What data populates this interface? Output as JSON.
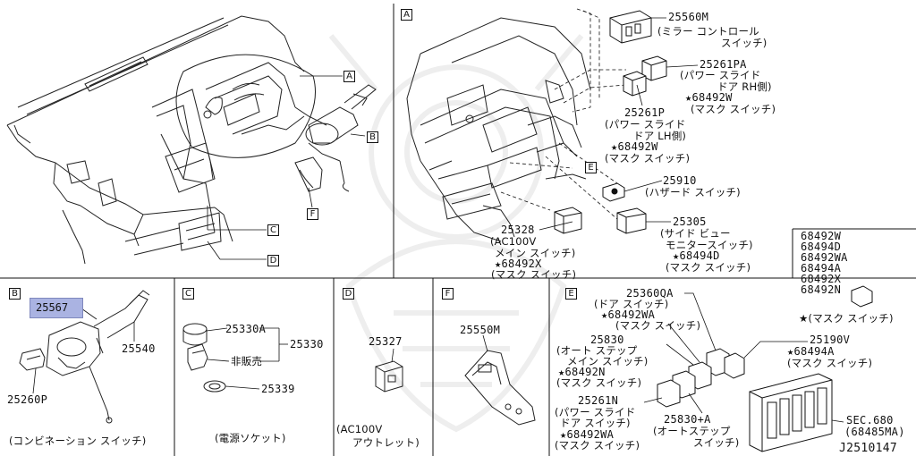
{
  "section_tags": {
    "A": "A",
    "B": "B",
    "C": "C",
    "D": "D",
    "E": "E",
    "F": "F"
  },
  "panel_A": {
    "p1_num": "25560M",
    "p1_name1": "(ミラー コントロール",
    "p1_name2": "スイッチ)",
    "p2_num": "25261PA",
    "p2_name1": "(パワー スライド",
    "p2_name2": "ドア RH側)",
    "p2_mask_num": "★68492W",
    "p2_mask": "(マスク スイッチ)",
    "p3_num": "25261P",
    "p3_name1": "(パワー スライド",
    "p3_name2": "ドア LH側)",
    "p3_mask_num": "★68492W",
    "p3_mask": "(マスク スイッチ)",
    "p4_num": "25910",
    "p4_name": "(ハザード スイッチ)",
    "p5_num": "25328",
    "p5_name1": "(AC100V",
    "p5_name2": "メイン スイッチ)",
    "p5_mask_num": "★68492X",
    "p5_mask": "(マスク スイッチ)",
    "p6_num": "25305",
    "p6_name1": "(サイド ビュー",
    "p6_name2": "モニタースイッチ)",
    "p6_mask_num": "★68494D",
    "p6_mask": "(マスク スイッチ)"
  },
  "mask_legend": {
    "codes": [
      "68492W",
      "68494D",
      "68492WA",
      "68494A",
      "68492X",
      "68492N"
    ],
    "label": "★(マスク スイッチ)"
  },
  "panel_B": {
    "highlight_num": "25567",
    "num_25540": "25540",
    "num_25260p": "25260P",
    "caption": "(コンビネーション スイッチ)"
  },
  "panel_C": {
    "num_25330a": "25330A",
    "num_25330": "25330",
    "not_sold": "非販売",
    "num_25339": "25339",
    "caption": "(電源ソケット)"
  },
  "panel_D": {
    "num": "25327",
    "caption1": "(AC100V",
    "caption2": "アウトレット)"
  },
  "panel_F": {
    "num": "25550M"
  },
  "panel_E": {
    "e1_num": "25360QA",
    "e1_name": "(ドア スイッチ)",
    "e1_mask_num": "★68492WA",
    "e1_mask": "(マスク スイッチ)",
    "e2_num": "25830",
    "e2_name1": "(オート ステップ",
    "e2_name2": "メイン スイッチ)",
    "e2_mask_num": "★68492N",
    "e2_mask": "(マスク スイッチ)",
    "e3_num": "25261N",
    "e3_name1": "(パワー スライド",
    "e3_name2": "ドア スイッチ)",
    "e3_mask_num": "★68492WA",
    "e3_mask": "(マスク スイッチ)",
    "e4_num": "25830+A",
    "e4_name1": "(オートステップ",
    "e4_name2": "スイッチ)",
    "e5_num": "25190V",
    "e5_mask_num": "★68494A",
    "e5_mask": "(マスク スイッチ)",
    "e6_num": "SEC.680",
    "e6_sub": "(68485MA)"
  },
  "diagram_code": "J2510147"
}
